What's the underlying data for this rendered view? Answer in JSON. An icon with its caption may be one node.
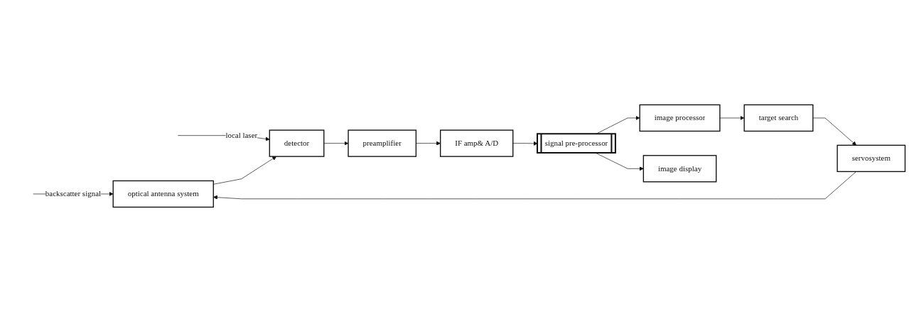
{
  "diagram": {
    "nodes": [
      {
        "text": [
          "optical antenna system"
        ]
      },
      {
        "text": [
          "detector"
        ]
      },
      {
        "text": [
          "preamplifier"
        ]
      },
      {
        "text": [
          "IF amp& A/D"
        ]
      },
      {
        "text": [
          "signal pre-processor"
        ]
      },
      {
        "text": [
          "image processor"
        ]
      },
      {
        "text": [
          "image display"
        ]
      },
      {
        "text": [
          "target search"
        ]
      },
      {
        "text": [
          "servosystem"
        ]
      }
    ],
    "edges": [
      {
        "from": null,
        "to": 0,
        "arrow": "to",
        "label": "backscatter signal"
      },
      {
        "from": null,
        "to": 1,
        "arrow": "to",
        "label": "local laser"
      },
      {
        "from": 0,
        "to": 1,
        "arrow": "to"
      },
      {
        "from": 1,
        "to": 2,
        "arrow": "to"
      },
      {
        "from": 2,
        "to": 3,
        "arrow": "to"
      },
      {
        "from": 3,
        "to": 4,
        "arrow": "to"
      },
      {
        "from": 4,
        "to": 5,
        "arrow": "to"
      },
      {
        "from": 4,
        "to": 6,
        "arrow": "to"
      },
      {
        "from": 5,
        "to": 7,
        "arrow": "to"
      },
      {
        "from": 7,
        "to": 8,
        "arrow": "to"
      },
      {
        "from": 8,
        "to": 0,
        "arrow": "to"
      }
    ]
  }
}
